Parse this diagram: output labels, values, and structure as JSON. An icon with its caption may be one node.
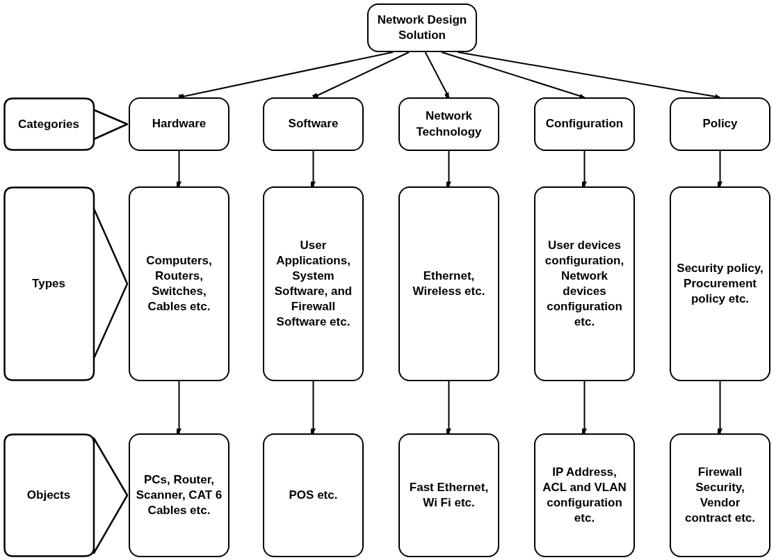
{
  "diagram": {
    "nodes": [
      {
        "text": [
          "Network Design Solution"
        ]
      },
      {
        "text": [
          "Categories"
        ]
      },
      {
        "text": [
          "Hardware"
        ]
      },
      {
        "text": [
          "Software"
        ]
      },
      {
        "text": [
          "Network Technology"
        ]
      },
      {
        "text": [
          "Configuration"
        ]
      },
      {
        "text": [
          "Policy"
        ]
      },
      {
        "text": [
          "Types"
        ]
      },
      {
        "text": [
          "Computers, Routers, Switches, Cables etc."
        ]
      },
      {
        "text": [
          "User Applications, System Software, and Firewall Software etc."
        ]
      },
      {
        "text": [
          "Ethernet, Wireless etc."
        ]
      },
      {
        "text": [
          "User devices configuration, Network devices configuration etc."
        ]
      },
      {
        "text": [
          "Security policy, Procurement policy etc."
        ]
      },
      {
        "text": [
          "Objects"
        ]
      },
      {
        "text": [
          "PCs, Router, Scanner, CAT 6 Cables etc."
        ]
      },
      {
        "text": [
          "POS etc."
        ]
      },
      {
        "text": [
          "Fast Ethernet, Wi Fi etc."
        ]
      },
      {
        "text": [
          "IP Address, ACL and VLAN configuration etc."
        ]
      },
      {
        "text": [
          "Firewall Security, Vendor contract etc."
        ]
      }
    ],
    "edges": [
      {
        "from": 0,
        "to": 2,
        "arrow": "to"
      },
      {
        "from": 0,
        "to": 3,
        "arrow": "to"
      },
      {
        "from": 0,
        "to": 4,
        "arrow": "to"
      },
      {
        "from": 0,
        "to": 5,
        "arrow": "to"
      },
      {
        "from": 0,
        "to": 6,
        "arrow": "to"
      },
      {
        "from": 2,
        "to": 8,
        "arrow": "to"
      },
      {
        "from": 3,
        "to": 9,
        "arrow": "to"
      },
      {
        "from": 4,
        "to": 10,
        "arrow": "to"
      },
      {
        "from": 5,
        "to": 11,
        "arrow": "to"
      },
      {
        "from": 6,
        "to": 12,
        "arrow": "to"
      },
      {
        "from": 8,
        "to": 14,
        "arrow": "to"
      },
      {
        "from": 9,
        "to": 15,
        "arrow": "to"
      },
      {
        "from": 10,
        "to": 16,
        "arrow": "to"
      },
      {
        "from": 11,
        "to": 17,
        "arrow": "to"
      },
      {
        "from": 12,
        "to": 18,
        "arrow": "to"
      }
    ]
  }
}
